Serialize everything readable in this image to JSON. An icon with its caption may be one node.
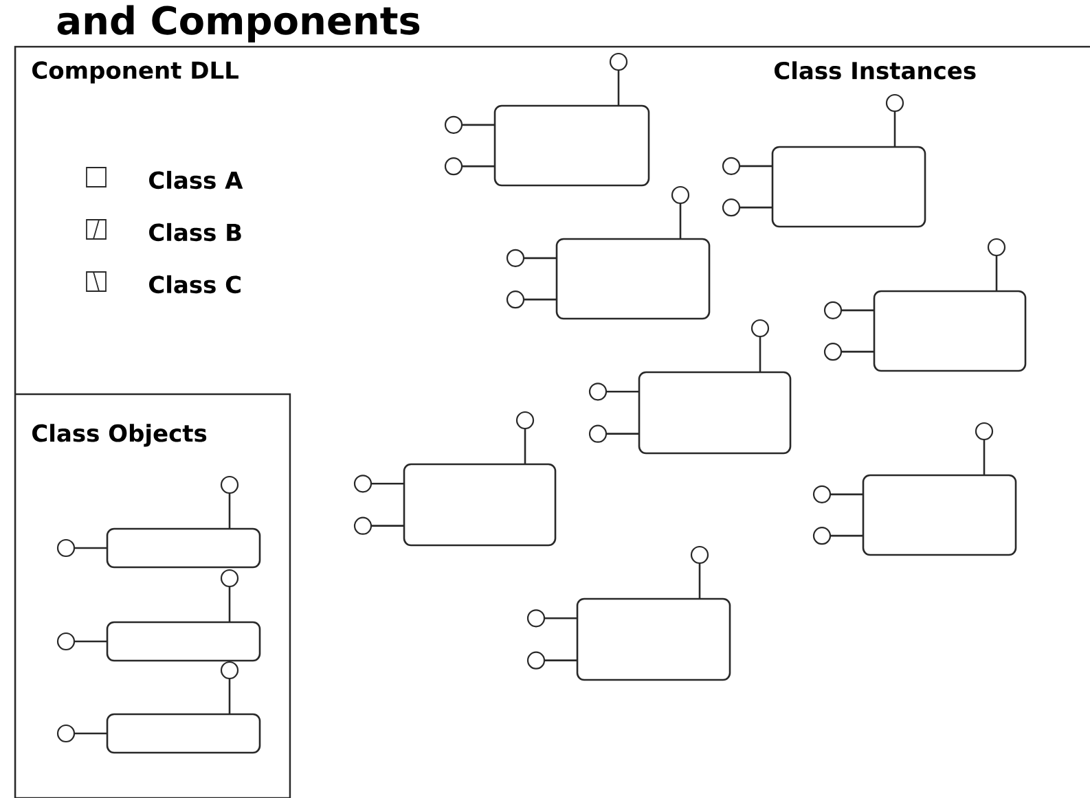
{
  "diagram": {
    "title": "and Components",
    "nodes": [
      {
        "text": [
          "Component DLL"
        ]
      },
      {
        "text": [
          "Class Objects"
        ],
        "in": 0
      },
      {
        "text": [],
        "shape": "box",
        "in": 1
      },
      {
        "text": [],
        "shape": "box",
        "in": 1
      },
      {
        "text": [],
        "shape": "box",
        "in": 1
      },
      {
        "text": [],
        "shape": "box",
        "in": 0
      },
      {
        "text": [],
        "shape": "box",
        "in": 0
      },
      {
        "text": [],
        "shape": "box",
        "in": 0
      },
      {
        "text": [],
        "shape": "box",
        "in": 0
      },
      {
        "text": [],
        "shape": "box",
        "in": 0
      },
      {
        "text": [],
        "shape": "box",
        "in": 0
      },
      {
        "text": [],
        "shape": "box",
        "in": 0
      },
      {
        "text": [],
        "shape": "box",
        "in": 0
      }
    ],
    "labels": [
      "Class Instances"
    ],
    "legend": [
      {
        "text": "Class A"
      },
      {
        "text": "Class B"
      },
      {
        "text": "Class C"
      }
    ]
  }
}
